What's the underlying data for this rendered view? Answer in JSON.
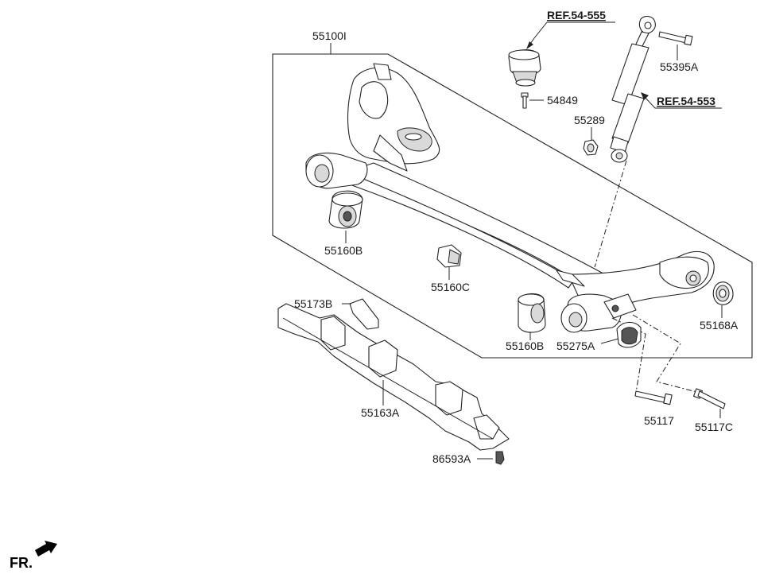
{
  "diagram": {
    "assembly_label": "55100I",
    "labels": {
      "ref_top": "REF.54-555",
      "ref_shock": "REF.54-553",
      "p55395A": "55395A",
      "p54849": "54849",
      "p55289": "55289",
      "p55160B_left": "55160B",
      "p55160C": "55160C",
      "p55160B_right": "55160B",
      "p55275A": "55275A",
      "p55168A": "55168A",
      "p55173B": "55173B",
      "p55163A": "55163A",
      "p55117": "55117",
      "p55117C": "55117C",
      "p86593A": "86593A"
    },
    "front_indicator": "FR."
  }
}
